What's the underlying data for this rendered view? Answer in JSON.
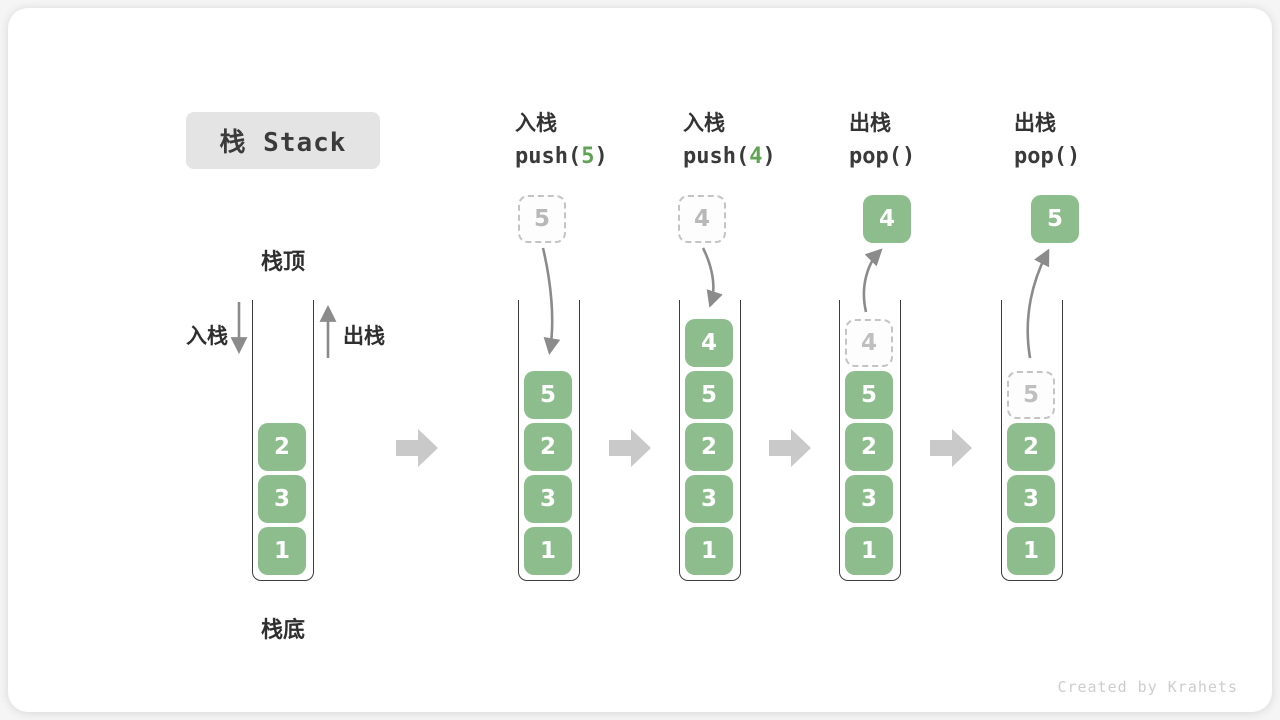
{
  "title": "栈 Stack",
  "watermark": "Created by Krahets",
  "labels": {
    "stack_top": "栈顶",
    "stack_bottom": "栈底",
    "push": "入栈",
    "pop": "出栈"
  },
  "initial_stack": {
    "elements": [
      "2",
      "3",
      "1"
    ]
  },
  "steps": [
    {
      "op": "入栈",
      "code_pre": "push(",
      "code_arg": "5",
      "code_post": ")",
      "floating": "5",
      "floating_style": "dashed",
      "elements": [
        "5",
        "2",
        "3",
        "1"
      ]
    },
    {
      "op": "入栈",
      "code_pre": "push(",
      "code_arg": "4",
      "code_post": ")",
      "floating": "4",
      "floating_style": "dashed",
      "elements": [
        "4",
        "5",
        "2",
        "3",
        "1"
      ]
    },
    {
      "op": "出栈",
      "code_pre": "pop(",
      "code_arg": "",
      "code_post": ")",
      "floating": "4",
      "floating_style": "solid",
      "ghost": "4",
      "elements": [
        "5",
        "2",
        "3",
        "1"
      ]
    },
    {
      "op": "出栈",
      "code_pre": "pop(",
      "code_arg": "",
      "code_post": ")",
      "floating": "5",
      "floating_style": "solid",
      "ghost": "5",
      "elements": [
        "2",
        "3",
        "1"
      ]
    }
  ],
  "colors": {
    "element_green": "#8dbc8d",
    "code_arg_green": "#5fa355",
    "arrow_gray": "#8b8b8b",
    "block_arrow_gray": "#c9c9c9",
    "title_bg": "#e4e4e4",
    "text_dark": "#3a3a3a",
    "dashed_border": "#c4c4c4",
    "ghost_text": "#bfbfbf",
    "watermark_gray": "#cdcdcd"
  }
}
